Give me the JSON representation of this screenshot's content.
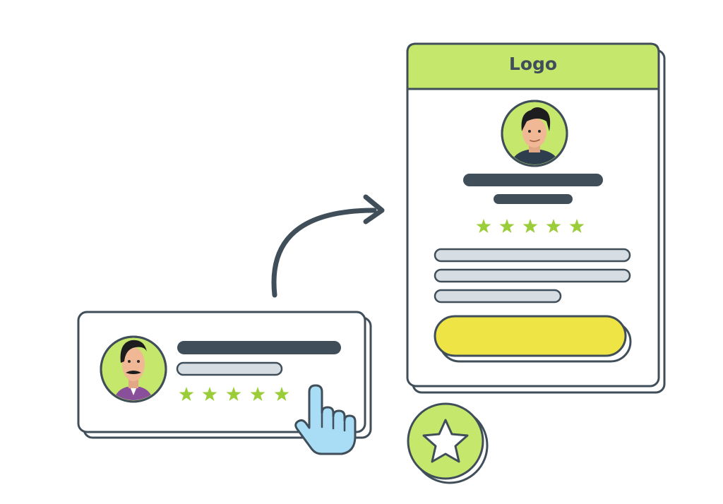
{
  "profile_card": {
    "logo_label": "Logo",
    "stars": [
      1,
      1,
      1,
      1,
      1
    ]
  },
  "review_card": {
    "stars": [
      1,
      1,
      1,
      1,
      1
    ]
  },
  "icons": {
    "star_badge": "star-icon",
    "cursor": "pointing-hand-icon",
    "arrow": "curved-arrow-icon"
  },
  "colors": {
    "outline": "#3f4e59",
    "accent_green": "#c5e86c",
    "star_green": "#9bcd3a",
    "cta_yellow": "#efe445",
    "placeholder_dark": "#3f4e59",
    "placeholder_light": "#d6dde3",
    "cursor_blue": "#a9dcf5"
  }
}
